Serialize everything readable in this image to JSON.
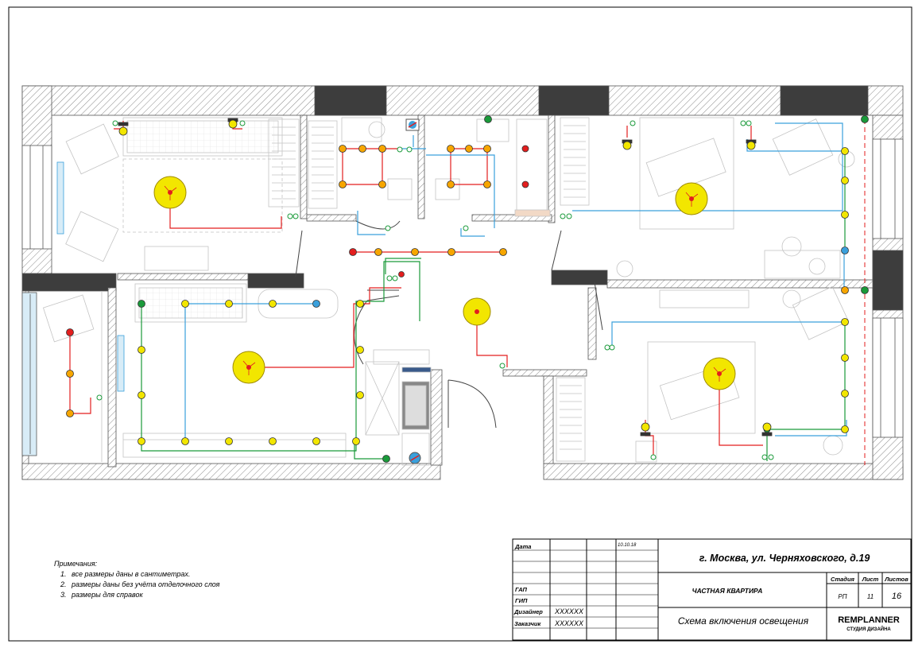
{
  "notes": {
    "heading": "Примечания:",
    "items": [
      "все размеры даны в сантиметрах.",
      "размеры даны без учёта отделочного слоя",
      "размеры для справок"
    ]
  },
  "title_block": {
    "date_label": "Дата",
    "date_value": "10.10.18",
    "gap_label": "ГАП",
    "gip_label": "ГИП",
    "designer_label": "Дизайнер",
    "designer_value": "XXXXXX",
    "client_label": "Заказчик",
    "client_value": "XXXXXX",
    "address": "г. Москва, ул. Черняховского, д.19",
    "object": "ЧАСТНАЯ КВАРТИРА",
    "stage_label": "Стадия",
    "sheet_label": "Лист",
    "sheets_label": "Листов",
    "stage_value": "РП",
    "sheet_value": "11",
    "sheets_value": "16",
    "drawing_title": "Схема включения освещения",
    "logo_main": "REMPLANNER",
    "logo_sub": "СТУДИЯ ДИЗАЙНА"
  },
  "colors": {
    "wall_hatch": "#7a7a7a",
    "column_fill": "#3d3d3d",
    "wire_red": "#e31e1e",
    "wire_blue": "#3aa0dc",
    "wire_green": "#1a9a3a",
    "lamp_yellow": "#f2e600",
    "lamp_orange": "#f7a600",
    "furniture": "#c8c8c8"
  }
}
